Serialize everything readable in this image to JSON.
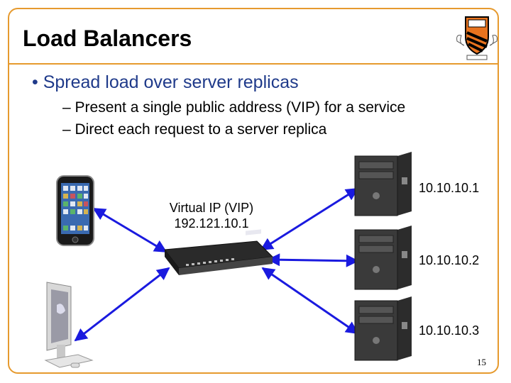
{
  "slide": {
    "title": "Load Balancers",
    "bullet": "• Spread load over server replicas",
    "subbullets": [
      "– Present a single public address (VIP) for a service",
      "– Direct each request to a server replica"
    ],
    "page_number": "15"
  },
  "diagram": {
    "vip_label_line1": "Virtual IP (VIP)",
    "vip_label_line2": "192.121.10.1",
    "servers": [
      {
        "ip": "10.10.10.1",
        "icon": "server-tower-icon"
      },
      {
        "ip": "10.10.10.2",
        "icon": "server-tower-icon"
      },
      {
        "ip": "10.10.10.3",
        "icon": "server-tower-icon"
      }
    ],
    "clients": [
      {
        "icon": "smartphone-icon"
      },
      {
        "icon": "desktop-computer-icon"
      }
    ],
    "balancer": {
      "icon": "load-balancer-appliance-icon"
    },
    "colors": {
      "frame": "#e69a2e",
      "bullet_text": "#1f3a8a",
      "connection_line": "#1a1adf",
      "crest_orange": "#e8731e"
    }
  }
}
